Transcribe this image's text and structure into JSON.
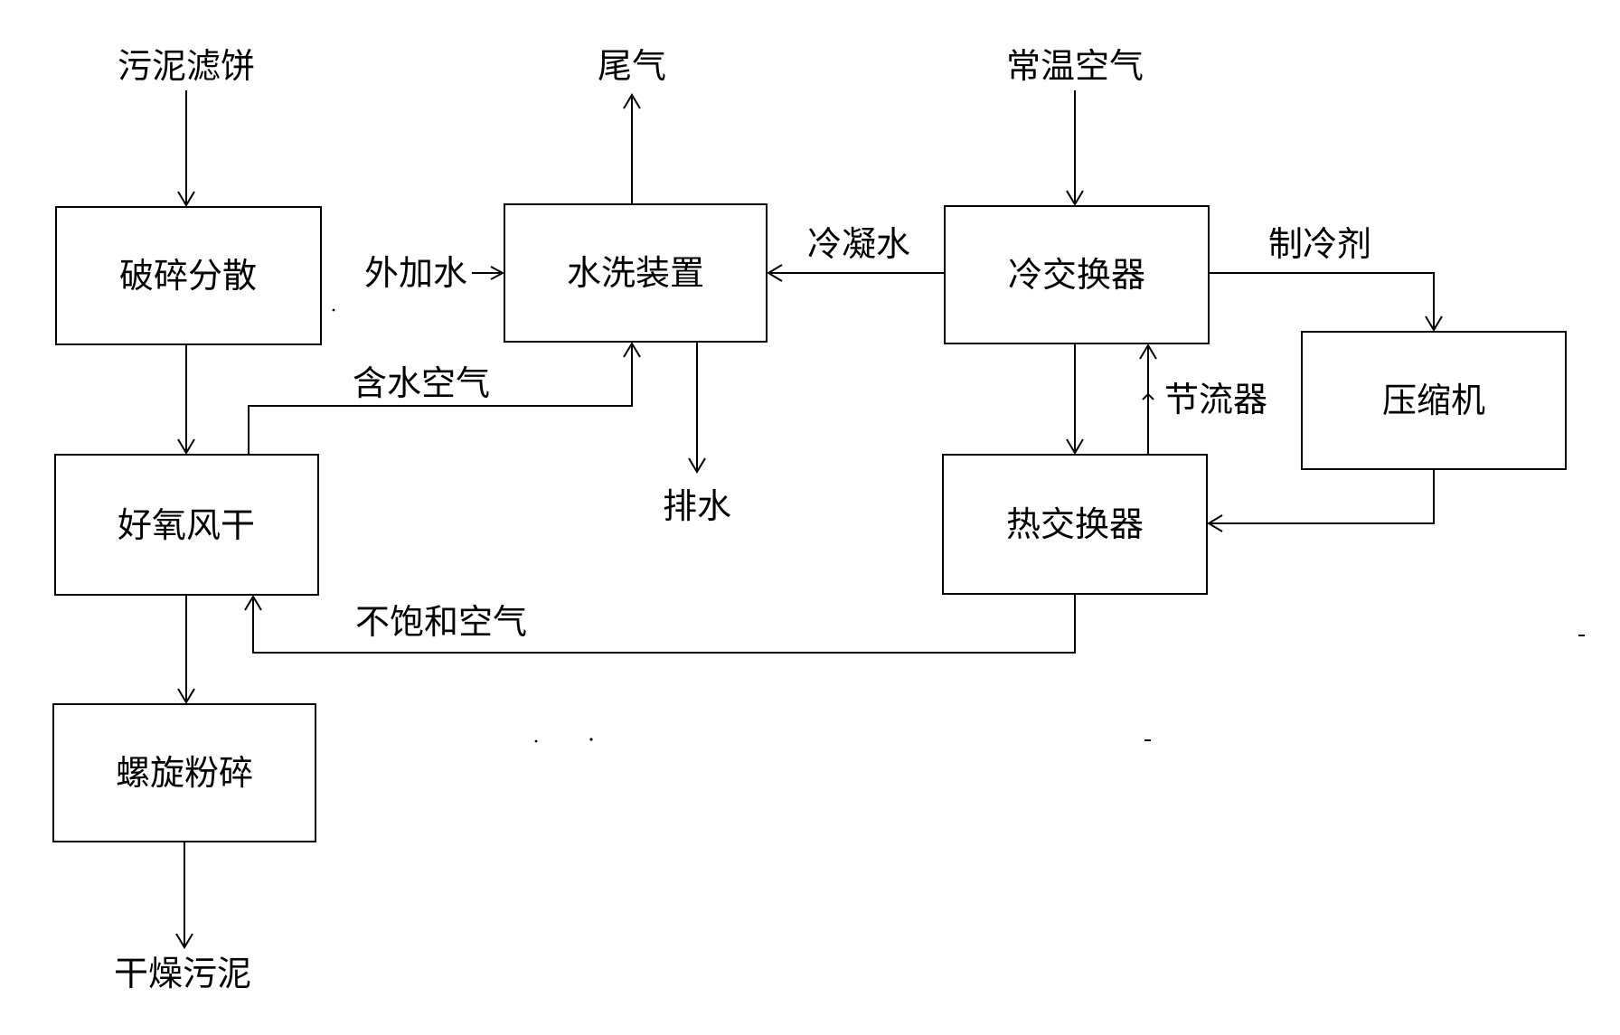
{
  "nodes": {
    "crush_disperse": "破碎分散",
    "aerobic_dry": "好氧风干",
    "spiral_pulverize": "螺旋粉碎",
    "water_wash": "水洗装置",
    "cold_exchanger": "冷交换器",
    "hot_exchanger": "热交换器",
    "compressor": "压缩机"
  },
  "labels": {
    "sludge_cake": "污泥滤饼",
    "dry_sludge": "干燥污泥",
    "tail_gas": "尾气",
    "added_water": "外加水",
    "drainage": "排水",
    "ambient_air": "常温空气",
    "condensate": "冷凝水",
    "refrigerant": "制冷剂",
    "throttle": "节流器",
    "humid_air": "含水空气",
    "unsaturated_air": "不饱和空气"
  }
}
